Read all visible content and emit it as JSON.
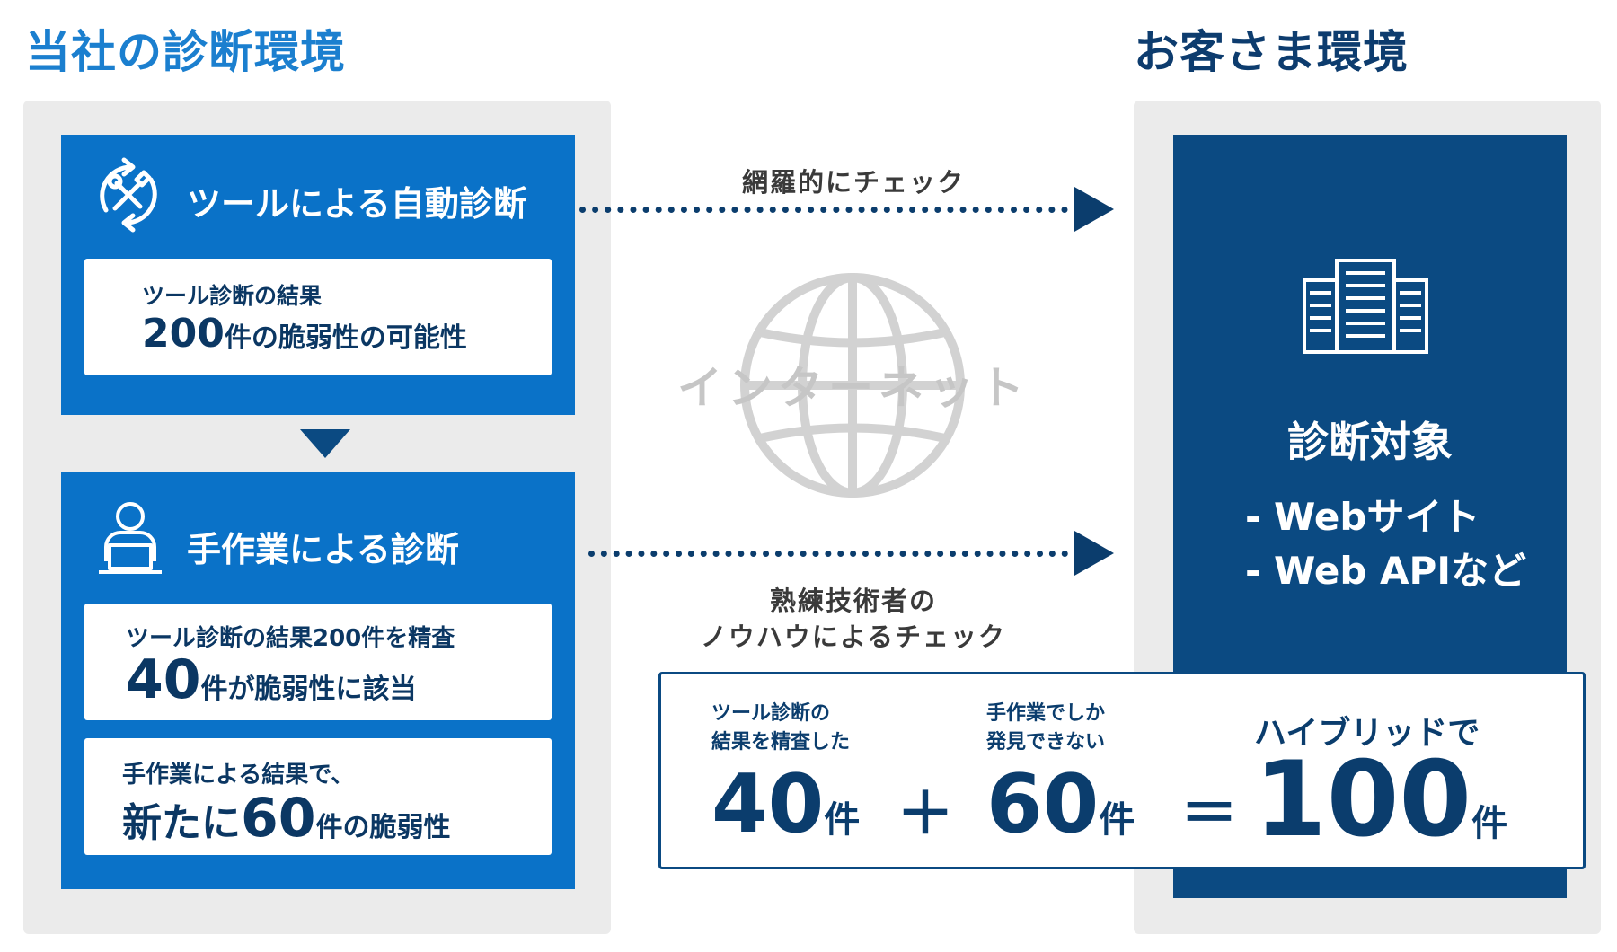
{
  "left_section": {
    "title": "当社の診断環境",
    "auto_box": {
      "heading": "ツールによる自動診断",
      "result_line1": "ツール診断の結果",
      "result_number": "200",
      "result_rest": "件の脆弱性の可能性"
    },
    "manual_box": {
      "heading": "手作業による診断",
      "result1_line1": "ツール診断の結果200件を精査",
      "result1_number": "40",
      "result1_rest": "件が脆弱性に該当",
      "result2_line1": "手作業による結果で、",
      "result2_prefix": "新たに",
      "result2_number": "60",
      "result2_rest": "件の脆弱性"
    }
  },
  "middle": {
    "arrow_top_label": "網羅的にチェック",
    "internet_label": "インターネット",
    "arrow_bottom_label_line1": "熟練技術者の",
    "arrow_bottom_label_line2": "ノウハウによるチェック"
  },
  "right_section": {
    "title": "お客さま環境",
    "target_title": "診断対象",
    "items": [
      "- Webサイト",
      "- Web APIなど"
    ]
  },
  "summary": {
    "col1_line1": "ツール診断の",
    "col1_line2": "結果を精査した",
    "col1_number": "40",
    "col1_unit": "件",
    "plus": "＋",
    "col2_line1": "手作業でしか",
    "col2_line2": "発見できない",
    "col2_number": "60",
    "col2_unit": "件",
    "equals": "＝",
    "col3_label": "ハイブリッドで",
    "col3_number": "100",
    "col3_unit": "件"
  },
  "colors": {
    "accent_blue": "#0a72c8",
    "navy": "#0b4a82",
    "title_blue": "#1b7fcf",
    "panel_gray": "#ebebeb"
  },
  "icons": [
    "tools-cycle-icon",
    "person-laptop-icon",
    "globe-icon",
    "server-icon",
    "arrow-down-icon",
    "arrow-right-icon"
  ]
}
